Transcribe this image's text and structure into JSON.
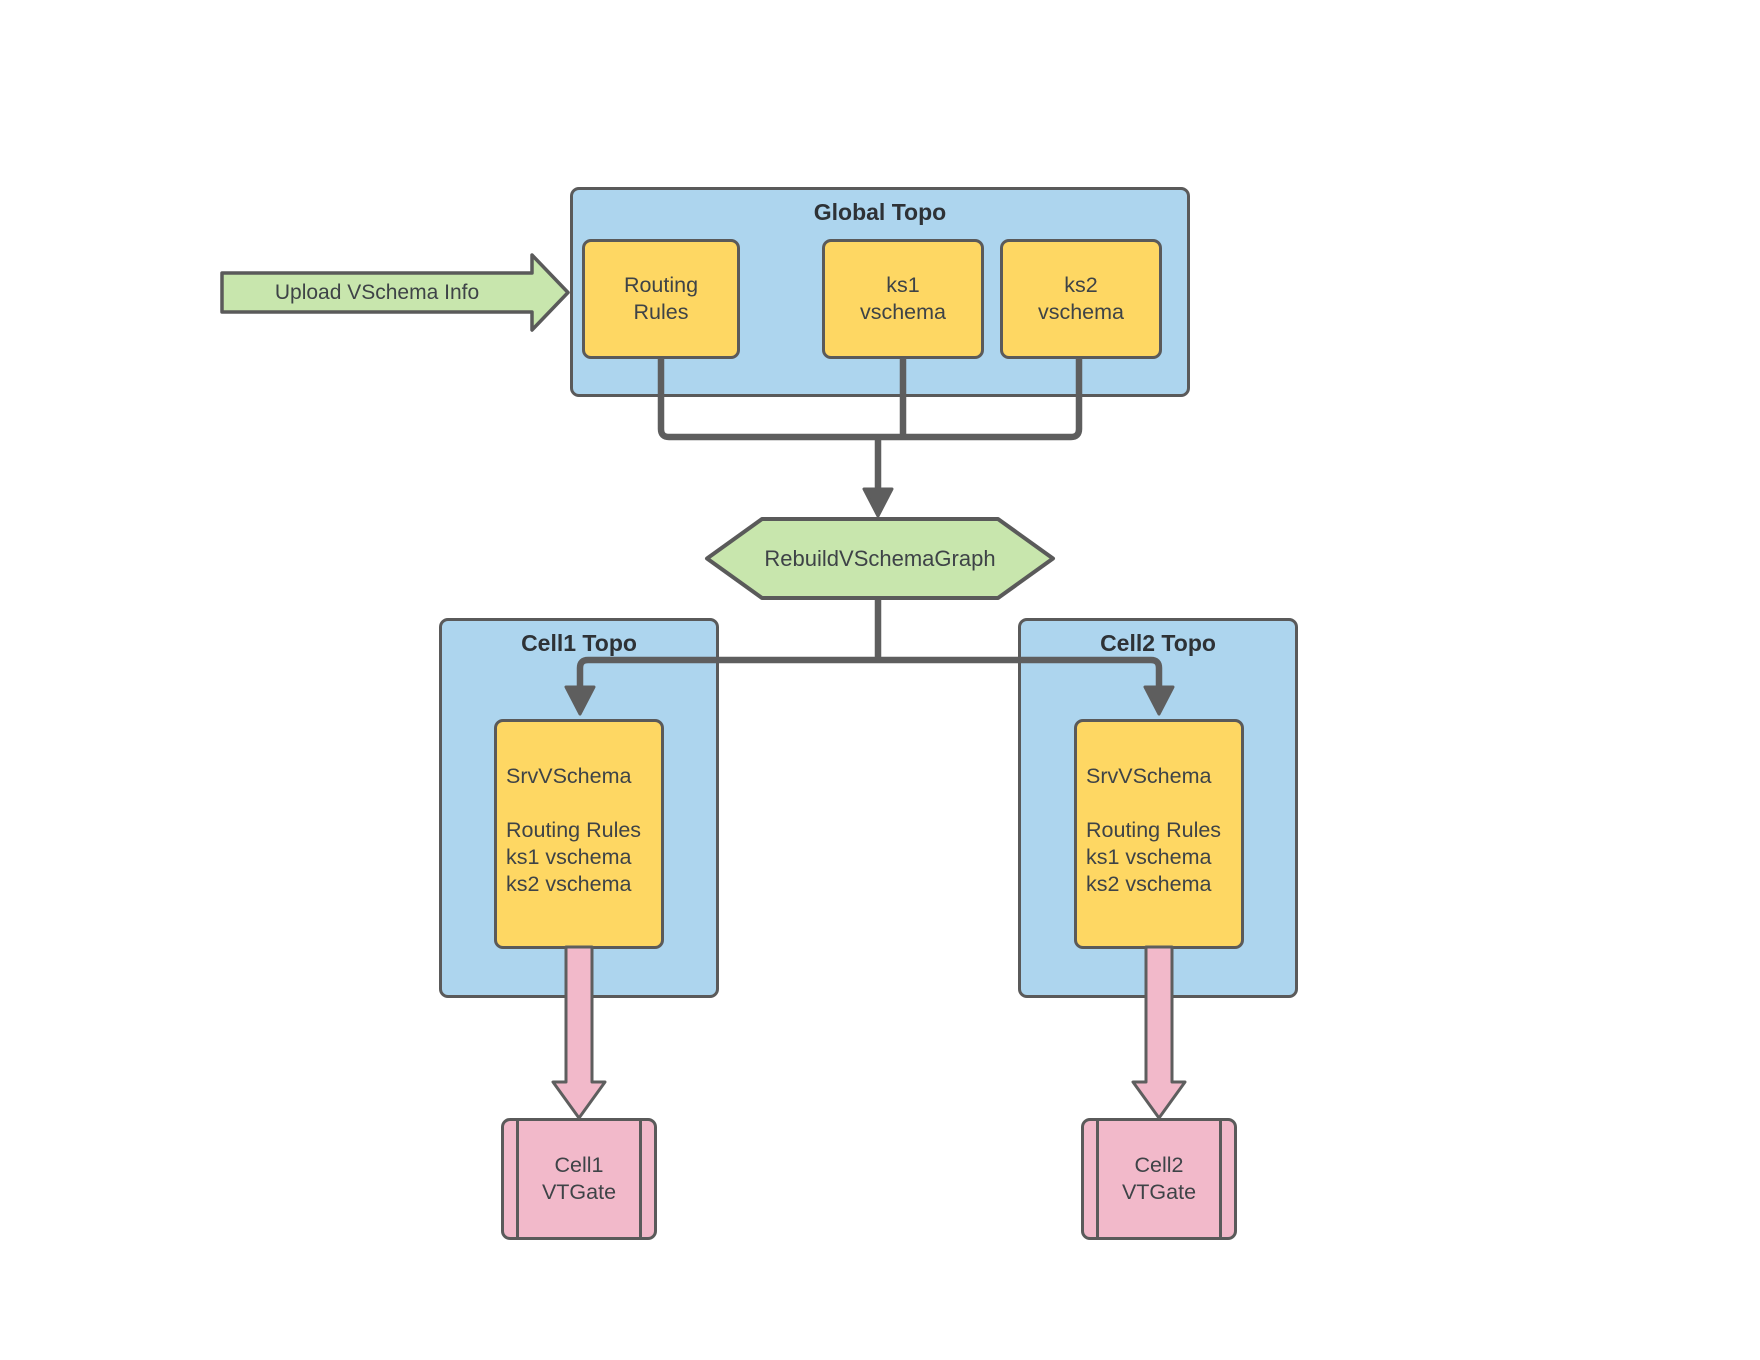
{
  "colors": {
    "container_blue": "#add5ee",
    "node_yellow": "#fed763",
    "accent_green": "#c8e6ad",
    "accent_pink": "#f2b9ca",
    "border_gray": "#5a5a5a",
    "connector_gray": "#5e5e5e",
    "title_text": "#2e3236",
    "label_text": "#3e4347"
  },
  "upload_arrow": {
    "label": "Upload VSchema Info"
  },
  "global_topo": {
    "title": "Global Topo",
    "nodes": [
      {
        "label": "Routing\nRules"
      },
      {
        "label": "ks1\nvschema"
      },
      {
        "label": "ks2\nvschema"
      }
    ]
  },
  "rebuild_step": {
    "label": "RebuildVSchemaGraph"
  },
  "cell1": {
    "title": "Cell1 Topo",
    "srv_vschema": "SrvVSchema\n\nRouting Rules\nks1 vschema\nks2 vschema",
    "vtgate_label": "Cell1\nVTGate"
  },
  "cell2": {
    "title": "Cell2 Topo",
    "srv_vschema": "SrvVSchema\n\nRouting Rules\nks1 vschema\nks2 vschema",
    "vtgate_label": "Cell2\nVTGate"
  }
}
